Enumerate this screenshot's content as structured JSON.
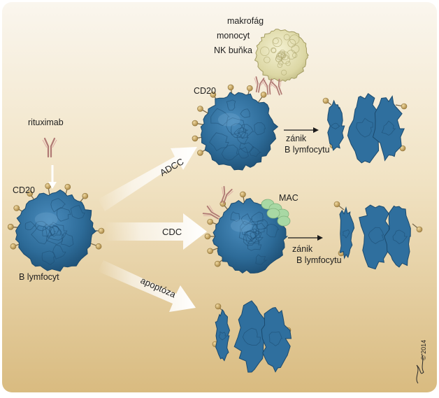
{
  "labels": {
    "makrofag": "makrofág",
    "monocyt": "monocyt",
    "nk": "NK buňka",
    "cd20_top": "CD20",
    "zanik_1": "zánik",
    "blym_1": "B lymfocytu",
    "rituximab": "rituximab",
    "cd20_left": "CD20",
    "blymfocyt": "B lymfocyt",
    "mac": "MAC",
    "zanik_2": "zánik",
    "blym_2": "B lymfocytu",
    "signature": "© 2014"
  },
  "pathways": [
    {
      "label": "ADCC"
    },
    {
      "label": "CDC"
    },
    {
      "label": "apoptóza"
    }
  ],
  "colors": {
    "background_top": "#f7f2e8",
    "background_bottom": "#dcc088",
    "cell_blue": "#2e6f9c",
    "cell_dark": "#1d4d72",
    "receptor": "#c6a86a",
    "antibody": "#c08a86",
    "effector_cell": "#e4e0b2",
    "mac_green": "#a9d6a6"
  }
}
